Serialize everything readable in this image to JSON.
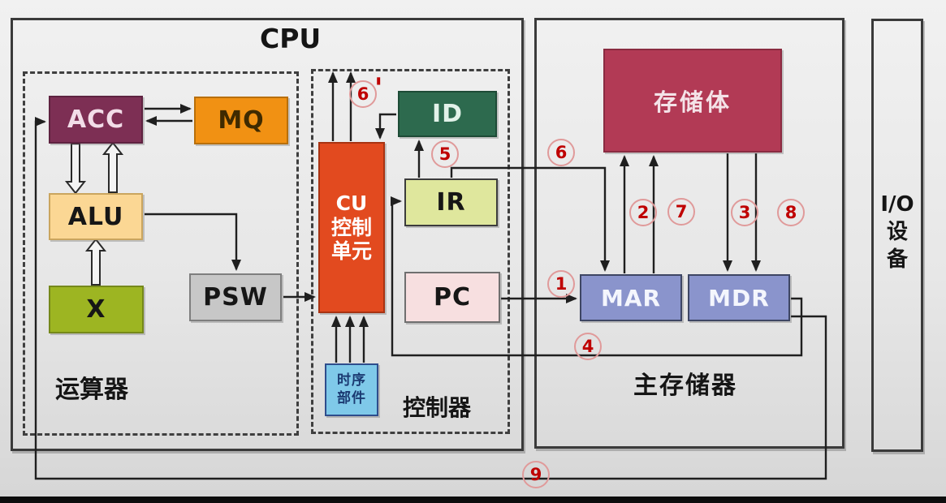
{
  "regions": {
    "cpu": {
      "label": "CPU"
    },
    "arith": {
      "label": "运算器"
    },
    "control": {
      "label": "控制器"
    },
    "memory": {
      "label": "主存储器"
    },
    "io": {
      "lines": [
        "I/O",
        "设",
        "备"
      ]
    }
  },
  "blocks": {
    "acc": "ACC",
    "mq": "MQ",
    "alu": "ALU",
    "x": "X",
    "psw": "PSW",
    "cu": [
      "CU",
      "控制",
      "单元"
    ],
    "id": "ID",
    "ir": "IR",
    "pc": "PC",
    "mar": "MAR",
    "mdr": "MDR",
    "memory_bank": "存储体",
    "timing": [
      "时序",
      "部件"
    ]
  },
  "steps": {
    "s1": "1",
    "s2": "2",
    "s3": "3",
    "s4": "4",
    "s5": "5",
    "s6": "6",
    "s6_prime": "6",
    "s6_prime_mark": "'",
    "s7": "7",
    "s8": "8",
    "s9": "9"
  },
  "colors": {
    "acc": "#7d2f54",
    "mq": "#f19113",
    "alu": "#fbd794",
    "xreg": "#9db522",
    "psw": "#c7c7c7",
    "cu": "#e24a1f",
    "id": "#2d6a4e",
    "ir": "#dfe79d",
    "pc": "#f7dfe0",
    "marmdr": "#8a94cc",
    "membank": "#b23a55",
    "timing": "#7fc9e9",
    "timing-text": "#1b3a72",
    "step-red": "#bf0000",
    "step-ring": "#e09a9a",
    "line": "#1f1f1f"
  }
}
